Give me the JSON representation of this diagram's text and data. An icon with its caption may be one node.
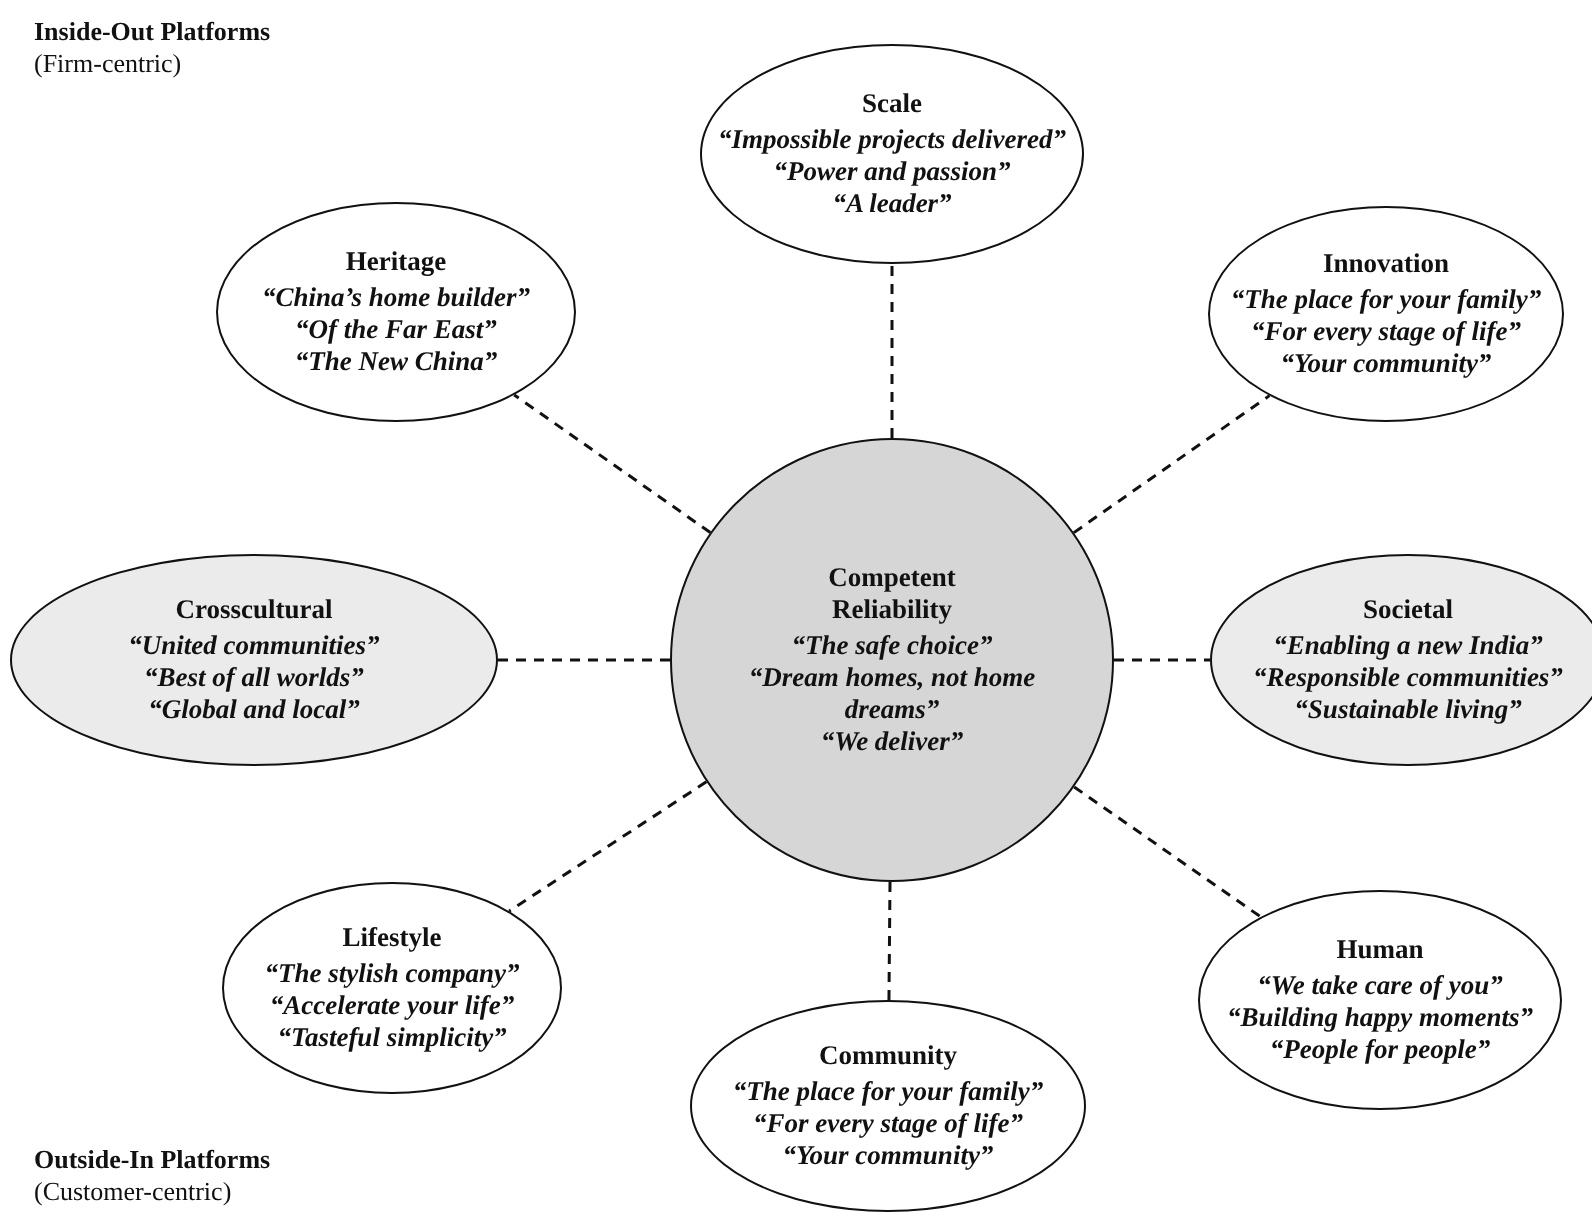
{
  "diagram": {
    "nodes": [
      {
        "text": [
          "Competent Reliability",
          "“The safe choice”",
          "“Dream homes, not home dreams”",
          "“We deliver”"
        ]
      },
      {
        "text": [
          "Scale",
          "“Impossible projects delivered”",
          "“Power and passion”",
          "“A leader”"
        ]
      },
      {
        "text": [
          "Heritage",
          "“China’s home builder”",
          "“Of the Far East”",
          "“The New China”"
        ]
      },
      {
        "text": [
          "Innovation",
          "“The place for your family”",
          "“For every stage of life”",
          "“Your community”"
        ]
      },
      {
        "text": [
          "Crosscultural",
          "“United communities”",
          "“Best of all worlds”",
          "“Global and local”"
        ]
      },
      {
        "text": [
          "Societal",
          "“Enabling a new India”",
          "“Responsible communities”",
          "“Sustainable living”"
        ]
      },
      {
        "text": [
          "Lifestyle",
          "“The stylish company”",
          "“Accelerate your life”",
          "“Tasteful simplicity”"
        ]
      },
      {
        "text": [
          "Human",
          "“We take care of you”",
          "“Building happy moments”",
          "“People for people”"
        ]
      },
      {
        "text": [
          "Community",
          "“The place for your family”",
          "“For every stage of life”",
          "“Your community”"
        ]
      }
    ],
    "edges": [
      {
        "from": 0,
        "to": 1,
        "arrow": "none",
        "style": "dashed"
      },
      {
        "from": 0,
        "to": 2,
        "arrow": "none",
        "style": "dashed"
      },
      {
        "from": 0,
        "to": 3,
        "arrow": "none",
        "style": "dashed"
      },
      {
        "from": 0,
        "to": 4,
        "arrow": "none",
        "style": "dashed"
      },
      {
        "from": 0,
        "to": 5,
        "arrow": "none",
        "style": "dashed"
      },
      {
        "from": 0,
        "to": 6,
        "arrow": "none",
        "style": "dashed"
      },
      {
        "from": 0,
        "to": 7,
        "arrow": "none",
        "style": "dashed"
      },
      {
        "from": 0,
        "to": 8,
        "arrow": "none",
        "style": "dashed"
      }
    ],
    "labels": [
      "Inside-Out Platforms",
      "(Firm-centric)",
      "Outside-In Platforms",
      "(Customer-centric)"
    ]
  }
}
